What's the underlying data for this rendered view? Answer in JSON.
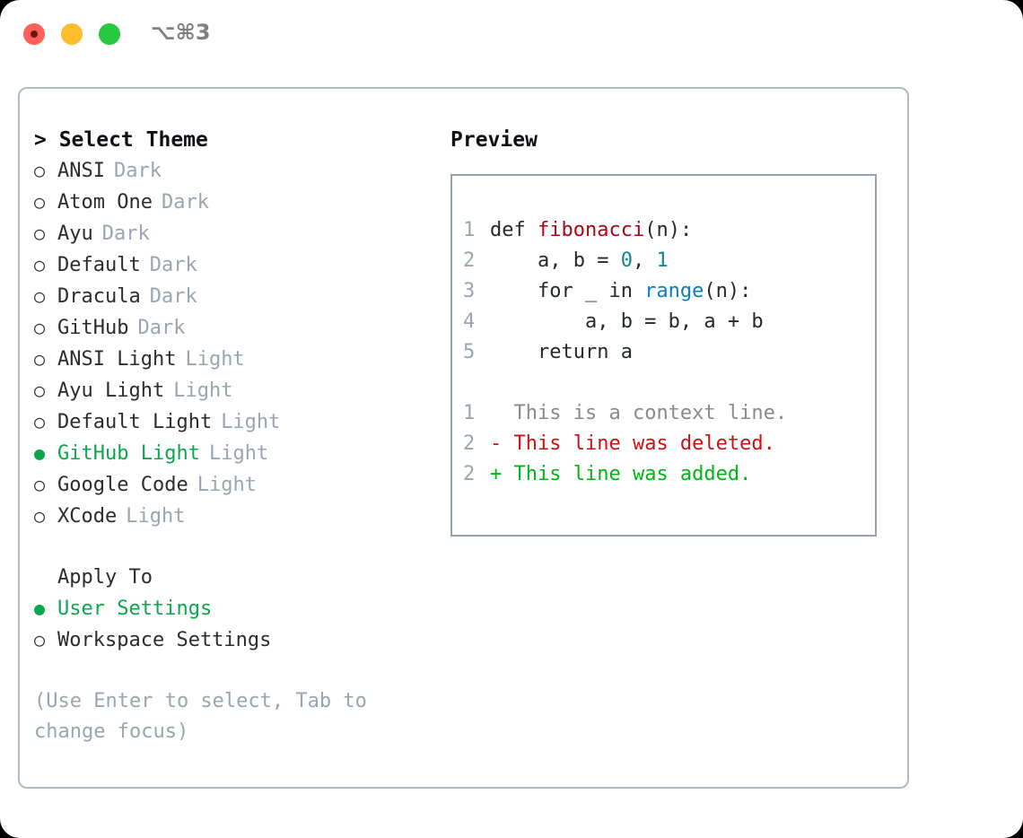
{
  "window": {
    "shortcut": "⌥⌘3",
    "traffic_lights": [
      "close",
      "minimize",
      "maximize"
    ],
    "colors": {
      "close": "#ff6059",
      "minimize": "#ffbd2e",
      "maximize": "#28c840",
      "accent_green": "#0aa84a",
      "muted": "#9aa5b1",
      "panel_border": "#b2bac6",
      "code_border": "#93a1b0"
    }
  },
  "theme_list": {
    "header": "> Select Theme",
    "items": [
      {
        "bullet": "○",
        "label": "ANSI",
        "variant": "Dark",
        "selected": false
      },
      {
        "bullet": "○",
        "label": "Atom One",
        "variant": "Dark",
        "selected": false
      },
      {
        "bullet": "○",
        "label": "Ayu",
        "variant": "Dark",
        "selected": false
      },
      {
        "bullet": "○",
        "label": "Default",
        "variant": "Dark",
        "selected": false
      },
      {
        "bullet": "○",
        "label": "Dracula",
        "variant": "Dark",
        "selected": false
      },
      {
        "bullet": "○",
        "label": "GitHub",
        "variant": "Dark",
        "selected": false
      },
      {
        "bullet": "○",
        "label": "ANSI Light",
        "variant": "Light",
        "selected": false
      },
      {
        "bullet": "○",
        "label": "Ayu Light",
        "variant": "Light",
        "selected": false
      },
      {
        "bullet": "○",
        "label": "Default Light",
        "variant": "Light",
        "selected": false
      },
      {
        "bullet": "●",
        "label": "GitHub Light",
        "variant": "Light",
        "selected": true
      },
      {
        "bullet": "○",
        "label": "Google Code",
        "variant": "Light",
        "selected": false
      },
      {
        "bullet": "○",
        "label": "XCode",
        "variant": "Light",
        "selected": false
      }
    ]
  },
  "apply_to": {
    "title": "Apply To",
    "items": [
      {
        "bullet": "●",
        "label": "User Settings",
        "selected": true
      },
      {
        "bullet": "○",
        "label": "Workspace Settings",
        "selected": false
      }
    ]
  },
  "hint": "(Use Enter to select, Tab to change focus)",
  "preview": {
    "title": "Preview",
    "code_lines": [
      {
        "number": "1",
        "parts": [
          {
            "text": "def ",
            "type": "plain"
          },
          {
            "text": "fibonacci",
            "type": "function"
          },
          {
            "text": "(n):",
            "type": "plain"
          }
        ]
      },
      {
        "number": "2",
        "parts": [
          {
            "text": "    a, b = ",
            "type": "plain"
          },
          {
            "text": "0",
            "type": "number"
          },
          {
            "text": ", ",
            "type": "plain"
          },
          {
            "text": "1",
            "type": "number"
          }
        ]
      },
      {
        "number": "3",
        "parts": [
          {
            "text": "    for _ in ",
            "type": "plain"
          },
          {
            "text": "range",
            "type": "call"
          },
          {
            "text": "(n):",
            "type": "plain"
          }
        ]
      },
      {
        "number": "4",
        "parts": [
          {
            "text": "        a, b = b, a + b",
            "type": "plain"
          }
        ]
      },
      {
        "number": "5",
        "parts": [
          {
            "text": "    return a",
            "type": "plain"
          }
        ]
      }
    ],
    "diff_lines": [
      {
        "number": "1",
        "marker": "  ",
        "text": "This is a context line.",
        "type": "context"
      },
      {
        "number": "2",
        "marker": "- ",
        "text": "This line was deleted.",
        "type": "deleted"
      },
      {
        "number": "2",
        "marker": "+ ",
        "text": "This line was added.",
        "type": "added"
      }
    ]
  }
}
